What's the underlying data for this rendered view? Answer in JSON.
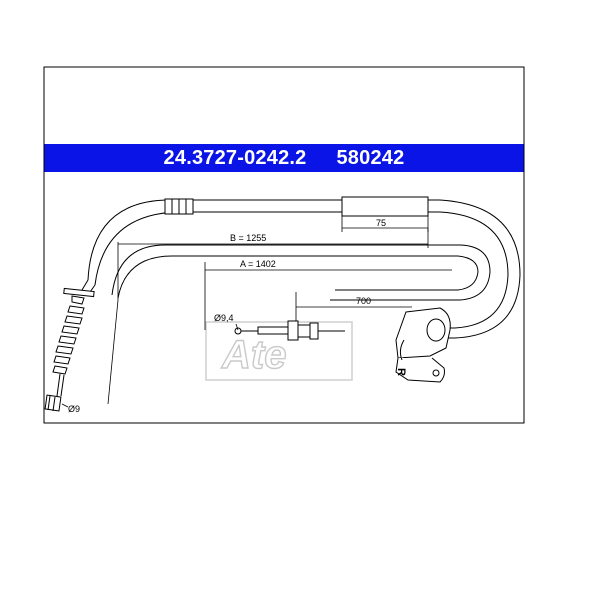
{
  "header": {
    "part_number": "24.3727-0242.2",
    "alt_number": "580242",
    "background_color": "#0a14e6",
    "text_color": "#ffffff"
  },
  "dimensions": {
    "b_length": "B = 1255",
    "a_length": "A = 1402",
    "sleeve": "75",
    "inner": "700",
    "diameter_nipple": "Ø9,4",
    "diameter_end": "Ø9"
  },
  "side_marker": "R",
  "watermark": "Ate"
}
